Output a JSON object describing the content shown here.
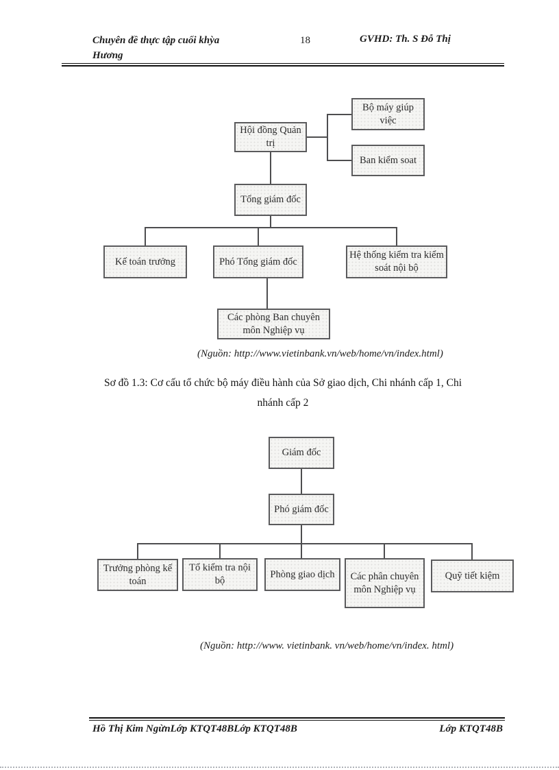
{
  "header": {
    "left_line1": "Chuyên đề thực tập cuối khỳa",
    "left_line2": "Hương",
    "page_number": "18",
    "right": "GVHD: Th. S Đỗ Thị"
  },
  "chart1": {
    "nodes": {
      "hoi_dong": "Hội đồng Quản trị",
      "bo_may": "Bộ máy giúp việc",
      "ban_kiem": "Ban kiểm soat",
      "tong_giam_doc": "Tổng giám đốc",
      "ke_toan": "Kế toán trưởng",
      "pho_tong": "Phó Tổng giám đốc",
      "he_thong": "Hệ thống kiểm tra kiểm soát nội bộ",
      "cac_phong": "Các phòng Ban chuyên môn Nghiệp vụ"
    },
    "source": "(Nguồn: http://www.vietinbank.vn/web/home/vn/index.html)"
  },
  "caption": {
    "line1": "Sơ đồ 1.3: Cơ cấu tổ chức bộ máy điều hành của Sở giao dịch, Chi nhánh cấp 1, Chi",
    "line2": "nhánh cấp 2"
  },
  "chart2": {
    "nodes": {
      "giam_doc": "Giám đốc",
      "pho_giam_doc": "Phó giám đốc",
      "truong_phong": "Trưởng phòng kế toán",
      "to_kiem_tra": "Tổ kiểm tra nội bộ",
      "phong_giao_dich": "Phòng giao dịch",
      "cac_phan": "Các phân chuyên môn Nghiệp vụ",
      "quy_tiet_kiem": "Quỹ tiết kiệm"
    },
    "source": "(Nguồn: http://www. vietinbank. vn/web/home/vn/index. html)"
  },
  "footer": {
    "left": "Hồ Thị Kim NgừnLớp KTQT48BLớp KTQT48B",
    "right": "Lớp KTQT48B"
  },
  "appearance": {
    "box_border_color": "#5a5a5c",
    "box_fill_color": "#f5f5f3",
    "connector_color": "#4d4d4f",
    "text_color": "#1b1b1b",
    "dotted_rule_color": "#aeb2b8"
  }
}
